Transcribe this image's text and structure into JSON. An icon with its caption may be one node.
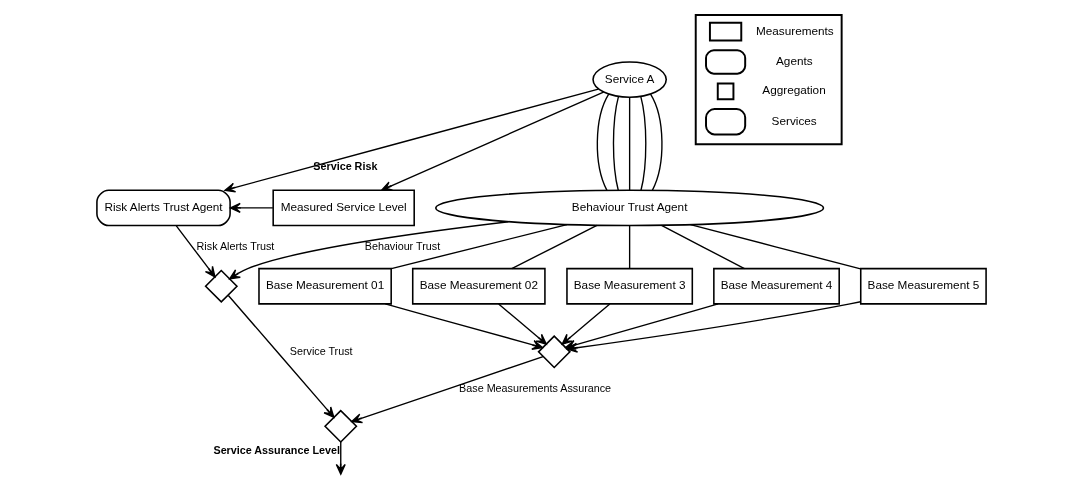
{
  "diagram": {
    "nodes": [
      {
        "text": [
          "Risk Alerts Trust Agent"
        ]
      },
      {
        "text": [
          "Measured Service Level"
        ]
      },
      {
        "text": [],
        "shape": "diamond"
      },
      {
        "text": [
          "Service A"
        ]
      },
      {
        "text": [],
        "shape": "diamond"
      },
      {
        "text": [
          "Behaviour Trust Agent"
        ]
      },
      {
        "text": [
          "Base Measurement 01"
        ]
      },
      {
        "text": [
          "Base Measurement 02"
        ]
      },
      {
        "text": [
          "Base Measurement 3"
        ]
      },
      {
        "text": [
          "Base Measurement 4"
        ]
      },
      {
        "text": [
          "Base Measurement 5"
        ]
      },
      {
        "text": [],
        "shape": "diamond"
      }
    ],
    "edges": [
      {
        "from": 1,
        "to": 0,
        "arrow": "to"
      },
      {
        "from": 3,
        "to": 1,
        "arrow": "to"
      },
      {
        "from": 3,
        "to": 0,
        "arrow": "to",
        "label": "Service Risk"
      },
      {
        "from": 0,
        "to": 2,
        "arrow": "to",
        "label": "Risk Alerts Trust"
      },
      {
        "from": 5,
        "to": 2,
        "arrow": "to",
        "label": "Behaviour Trust"
      },
      {
        "from": 2,
        "to": 4,
        "arrow": "to",
        "label": "Service Trust"
      },
      {
        "from": 4,
        "to": null,
        "arrow": "to",
        "label": "Service Assurance Level"
      },
      {
        "from": 3,
        "to": 5,
        "arrow": "none"
      },
      {
        "from": 3,
        "to": 5,
        "arrow": "none"
      },
      {
        "from": 3,
        "to": 5,
        "arrow": "none"
      },
      {
        "from": 3,
        "to": 5,
        "arrow": "none"
      },
      {
        "from": 3,
        "to": 5,
        "arrow": "none"
      },
      {
        "from": 5,
        "to": 6,
        "arrow": "none"
      },
      {
        "from": 5,
        "to": 7,
        "arrow": "none"
      },
      {
        "from": 5,
        "to": 8,
        "arrow": "none"
      },
      {
        "from": 5,
        "to": 9,
        "arrow": "none"
      },
      {
        "from": 5,
        "to": 10,
        "arrow": "none"
      },
      {
        "from": 6,
        "to": 11,
        "arrow": "to"
      },
      {
        "from": 7,
        "to": 11,
        "arrow": "to"
      },
      {
        "from": 8,
        "to": 11,
        "arrow": "to"
      },
      {
        "from": 9,
        "to": 11,
        "arrow": "to"
      },
      {
        "from": 10,
        "to": 11,
        "arrow": "to"
      },
      {
        "from": 11,
        "to": 4,
        "arrow": "to",
        "label": "Base Measurements Assurance"
      }
    ],
    "legend": [
      {
        "text": "Measurements"
      },
      {
        "text": "Agents"
      },
      {
        "text": "Aggregation"
      },
      {
        "text": "Services"
      }
    ]
  }
}
